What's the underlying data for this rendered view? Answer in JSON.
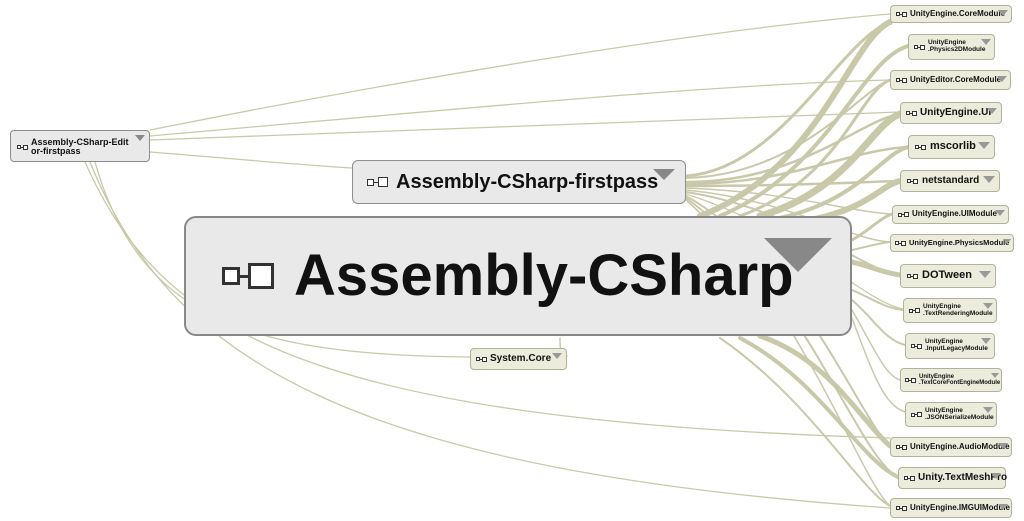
{
  "colors": {
    "edge": "#c8c8a8",
    "edge_dark": "#bdbd98"
  },
  "nodes": {
    "editor": "Assembly-CSharp-Editor-firstpass",
    "firstpass": "Assembly-CSharp-firstpass",
    "main": "Assembly-CSharp",
    "system_core": "System.Core",
    "core_module": "UnityEngine.CoreModule",
    "physics2d": "UnityEngine\n.Physics2DModule",
    "editor_core": "UnityEditor.CoreModule",
    "ui": "UnityEngine.UI",
    "mscorlib": "mscorlib",
    "netstandard": "netstandard",
    "ui_module": "UnityEngine.UIModule",
    "physics_module": "UnityEngine.PhysicsModule",
    "dotween": "DOTween",
    "text_rendering": "UnityEngine\n.TextRenderingModule",
    "input_legacy": "UnityEngine\n.InputLegacyModule",
    "textcore": "UnityEngine\n.TextCoreFontEngineModule",
    "json_serialize": "UnityEngine\n.JSONSerializeModule",
    "audio": "UnityEngine.AudioModule",
    "textmeshpro": "Unity.TextMeshPro",
    "imgui": "UnityEngine.IMGUIModule"
  }
}
